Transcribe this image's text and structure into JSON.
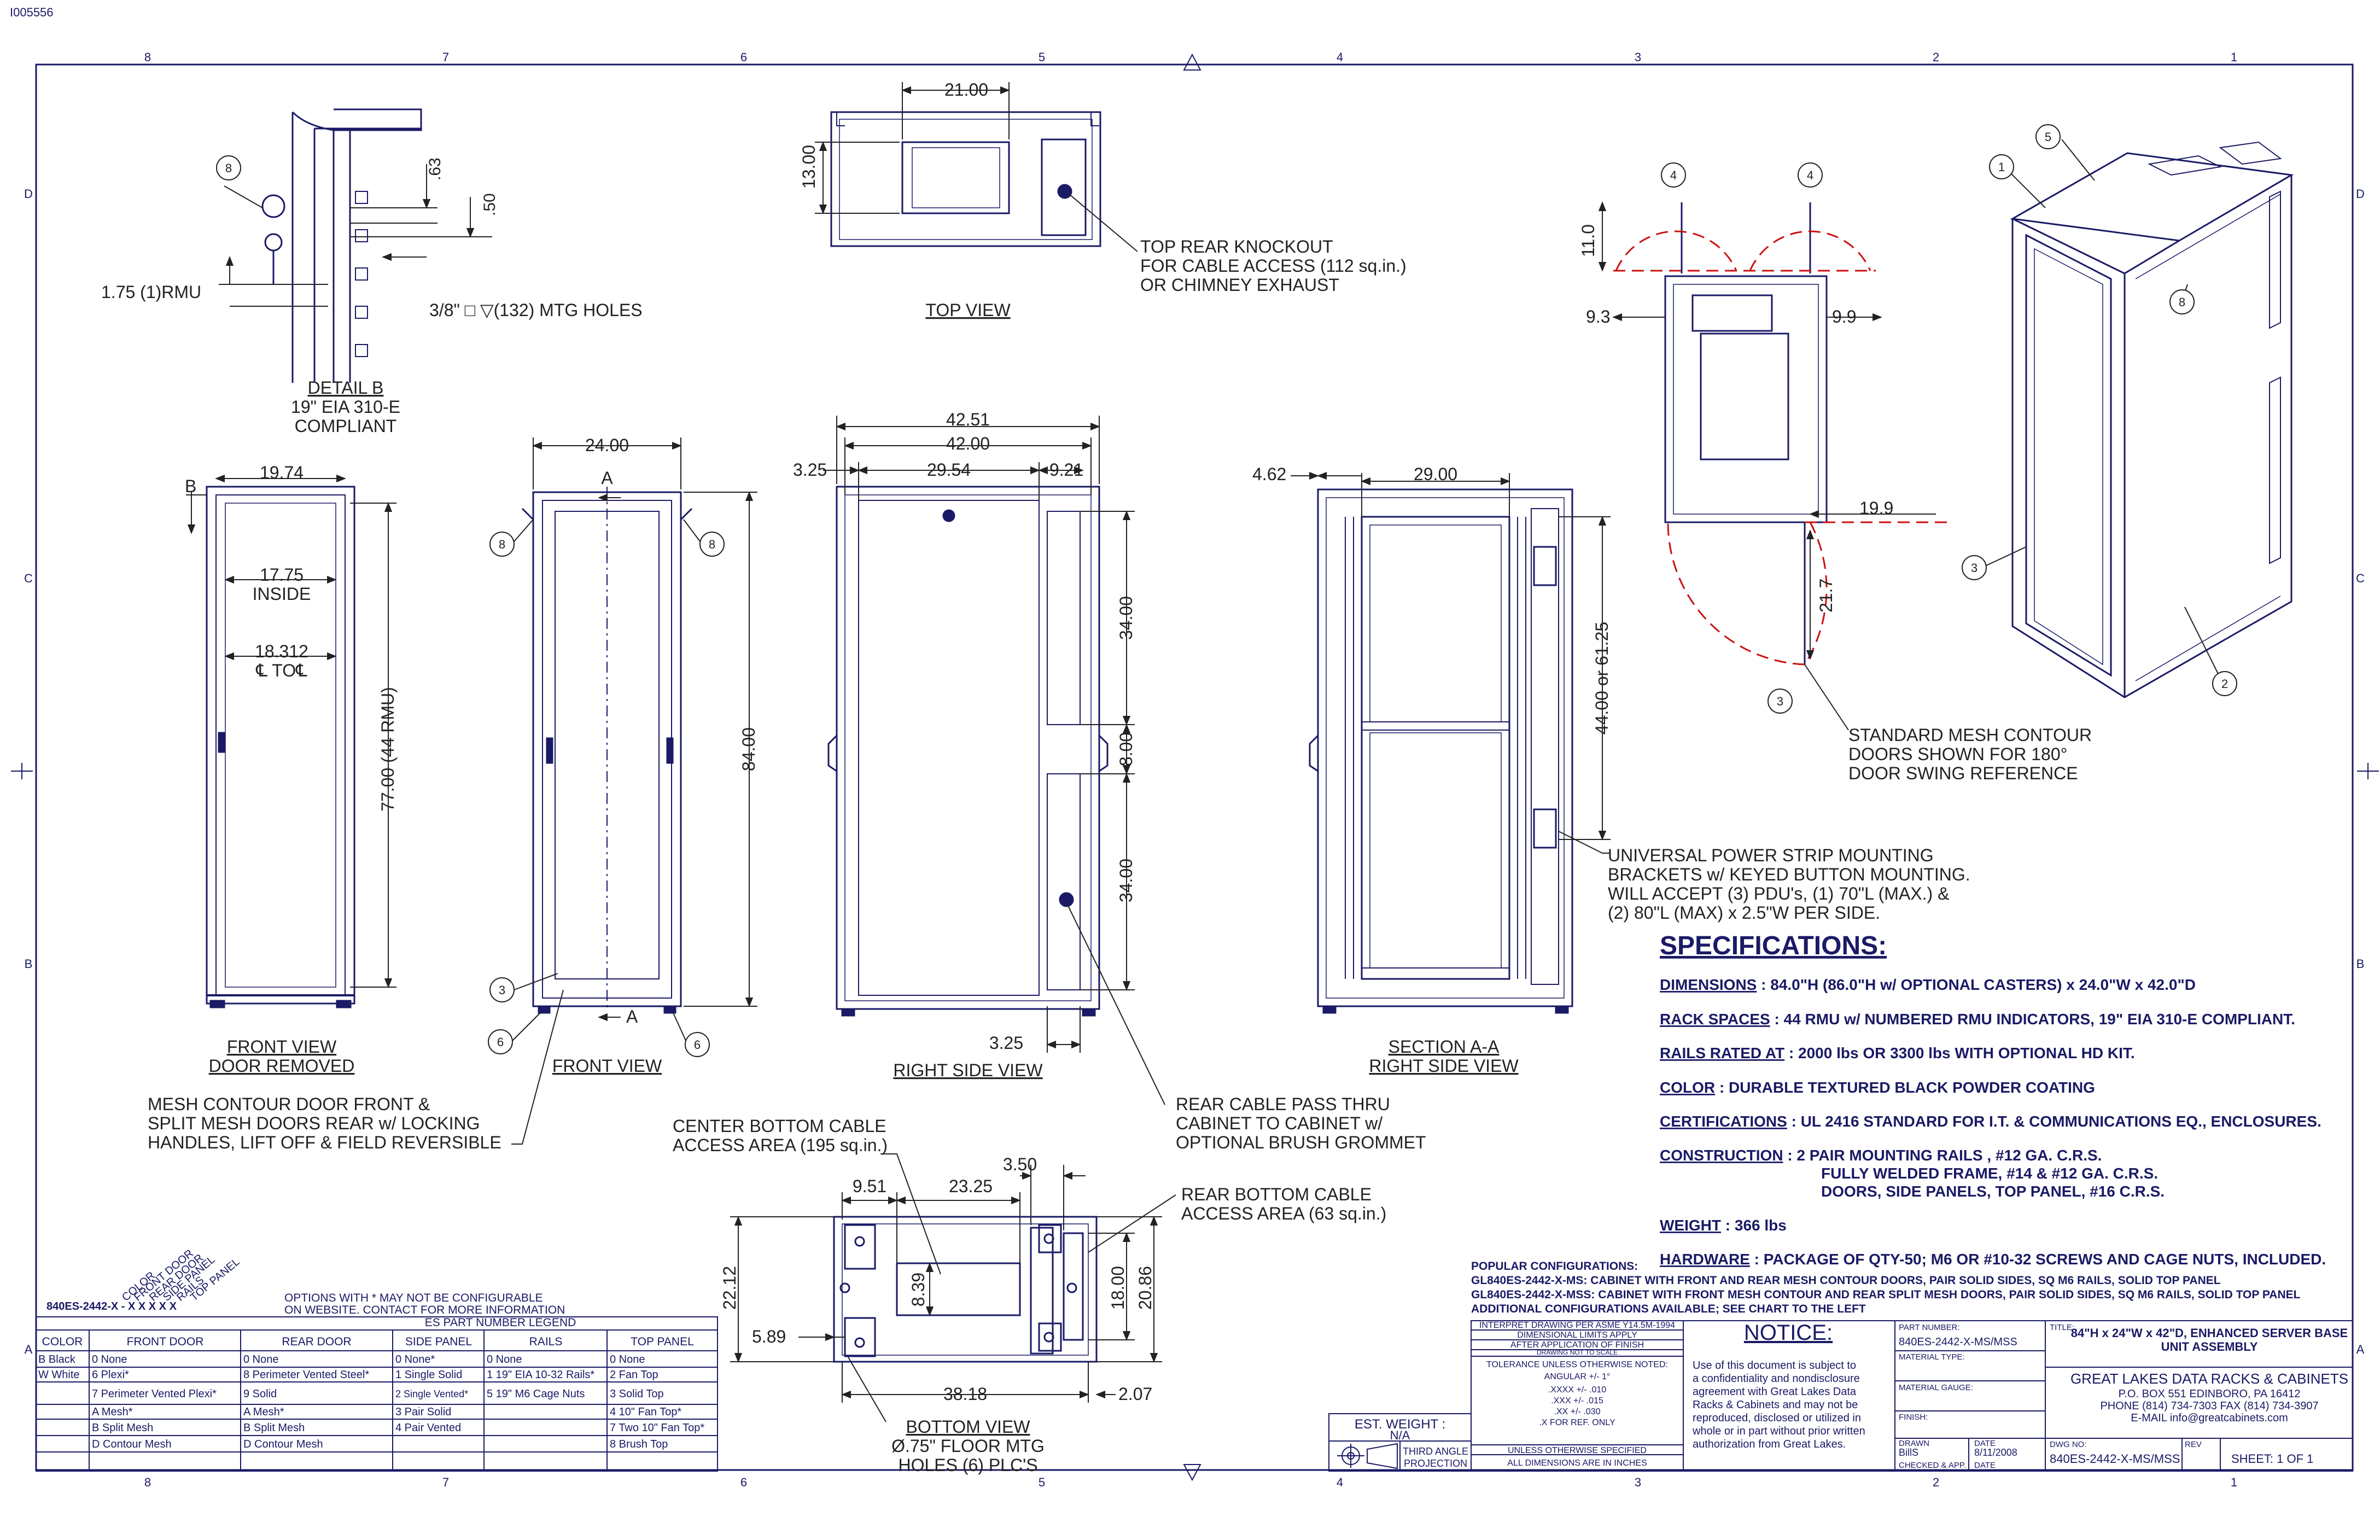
{
  "sheet": {
    "doc_id": "I005556",
    "col_labels": [
      "8",
      "7",
      "6",
      "5",
      "4",
      "3",
      "2",
      "1"
    ],
    "row_labels": [
      "D",
      "C",
      "B",
      "A"
    ]
  },
  "detail_b": {
    "title": "DETAIL  B",
    "subtitle1": "19\" EIA 310-E",
    "subtitle2": "COMPLIANT",
    "dim_63": ".63",
    "dim_50": ".50",
    "rmu": "1.75 (1)RMU",
    "holes": "3/8\" □ ▽(132) MTG HOLES",
    "balloon": "8"
  },
  "top_view": {
    "title": "TOP VIEW",
    "dim_width": "21.00",
    "dim_depth": "13.00",
    "note1": "TOP REAR KNOCKOUT",
    "note2": "FOR CABLE ACCESS (112 sq.in.)",
    "note3": "OR CHIMNEY EXHAUST"
  },
  "swing_view": {
    "dim_11": "11.0",
    "dim_93": "9.3",
    "dim_99": "9.9",
    "dim_199": "19.9",
    "dim_217": "21.7",
    "balloon_a": "4",
    "balloon_b": "4",
    "balloon_c": "3",
    "note1": "STANDARD MESH CONTOUR",
    "note2": "DOORS SHOWN FOR 180°",
    "note3": "DOOR SWING REFERENCE"
  },
  "iso_view": {
    "balloons": [
      "1",
      "5",
      "8",
      "3",
      "2"
    ]
  },
  "front_removed": {
    "title1": "FRONT VIEW",
    "title2": "DOOR REMOVED",
    "dim_1974": "19.74",
    "dim_inside1": "17.75",
    "dim_inside2": "INSIDE",
    "dim_18312": "18.312",
    "dim_toc": "℄ TO℄",
    "dim_77": "77.00 (44 RMU)",
    "section_b": "B"
  },
  "front_view": {
    "title": "FRONT VIEW",
    "dim_24": "24.00",
    "dim_84": "84.00",
    "section_a": "A",
    "balloons": [
      "8",
      "8",
      "3",
      "6",
      "6"
    ]
  },
  "right_side": {
    "title": "RIGHT SIDE VIEW",
    "dim_4251": "42.51",
    "dim_42": "42.00",
    "dim_325": "3.25",
    "dim_2954": "29.54",
    "dim_921": "9.21",
    "dim_34a": "34.00",
    "dim_8": "8.00",
    "dim_34b": "34.00",
    "dim_325b": "3.25"
  },
  "section_aa": {
    "title1": "SECTION  A-A",
    "title2": "RIGHT SIDE VIEW",
    "dim_462": "4.62",
    "dim_29": "29.00",
    "dim_44": "44.00 or 61.25"
  },
  "notes": {
    "mesh1": "MESH CONTOUR DOOR FRONT &",
    "mesh2": "SPLIT MESH DOORS REAR w/ LOCKING",
    "mesh3": "HANDLES, LIFT OFF & FIELD REVERSIBLE",
    "rear1": "REAR CABLE PASS THRU",
    "rear2": "CABINET TO CABINET w/",
    "rear3": "OPTIONAL BRUSH GROMMET",
    "ups1": "UNIVERSAL POWER STRIP MOUNTING",
    "ups2": "BRACKETS w/ KEYED BUTTON MOUNTING.",
    "ups3": "WILL ACCEPT (3) PDU's, (1) 70\"L (MAX.) &",
    "ups4": "(2) 80\"L (MAX) x 2.5\"W PER SIDE.",
    "center1": "CENTER BOTTOM CABLE",
    "center2": "ACCESS AREA (195 sq.in.)",
    "rb1": "REAR BOTTOM CABLE",
    "rb2": "ACCESS AREA (63 sq.in.)"
  },
  "bottom_view": {
    "title1": "BOTTOM VIEW",
    "title2": "Ø.75\" FLOOR MTG",
    "title3": "HOLES (6) PLC'S",
    "dim_951": "9.51",
    "dim_2325": "23.25",
    "dim_350": "3.50",
    "dim_2212": "22.12",
    "dim_839": "8.39",
    "dim_1800": "18.00",
    "dim_2086": "20.86",
    "dim_589": "5.89",
    "dim_3818": "38.18",
    "dim_207": "2.07"
  },
  "specs": {
    "heading": "SPECIFICATIONS:",
    "rows": [
      {
        "label": "DIMENSIONS",
        "text": " : 84.0\"H (86.0\"H w/ OPTIONAL CASTERS) x 24.0\"W x 42.0\"D"
      },
      {
        "label": "RACK SPACES",
        "text": " : 44 RMU w/ NUMBERED RMU INDICATORS, 19\" EIA 310-E COMPLIANT."
      },
      {
        "label": "RAILS RATED AT",
        "text": " : 2000 lbs OR 3300 lbs WITH OPTIONAL HD KIT."
      },
      {
        "label": "COLOR",
        "text": " : DURABLE TEXTURED BLACK POWDER COATING"
      },
      {
        "label": "CERTIFICATIONS",
        "text": " : UL 2416 STANDARD FOR I.T. & COMMUNICATIONS EQ., ENCLOSURES."
      },
      {
        "label": "CONSTRUCTION",
        "text": " : 2 PAIR MOUNTING RAILS ,  #12 GA. C.R.S."
      }
    ],
    "construction2": "FULLY WELDED FRAME, #14 & #12 GA. C.R.S.",
    "construction3": "DOORS, SIDE PANELS, TOP PANEL, #16 C.R.S.",
    "weight_label": "WEIGHT",
    "weight_text": " : 366 lbs",
    "hardware_label": "HARDWARE",
    "hardware_text": " : PACKAGE OF QTY-50; M6 OR #10-32 SCREWS AND CAGE NUTS, INCLUDED."
  },
  "popular": {
    "line1": "POPULAR CONFIGURATIONS:",
    "line2": "GL840ES-2442-X-MS: CABINET WITH FRONT AND REAR MESH CONTOUR DOORS, PAIR SOLID SIDES, SQ M6 RAILS, SOLID TOP PANEL",
    "line3": "GL840ES-2442-X-MSS: CABINET WITH FRONT MESH CONTOUR AND REAR SPLIT MESH DOORS, PAIR SOLID SIDES, SQ M6 RAILS, SOLID TOP PANEL",
    "line4": "ADDITIONAL CONFIGURATIONS AVAILABLE; SEE CHART TO THE LEFT"
  },
  "legend": {
    "part_prefix": "840ES-2442-",
    "part_codes": "X - X  X  X  X  X",
    "rot_labels": [
      "COLOR",
      "FRONT DOOR",
      "REAR DOOR",
      "SIDE PANEL",
      "RAILS",
      "TOP PANEL"
    ],
    "options1": "OPTIONS WITH * MAY NOT BE CONFIGURABLE",
    "options2": "ON WEBSITE.  CONTACT FOR MORE INFORMATION",
    "title": "ES PART NUMBER LEGEND",
    "headers": [
      "COLOR",
      "FRONT DOOR",
      "REAR DOOR",
      "SIDE PANEL",
      "RAILS",
      "TOP PANEL"
    ],
    "rows": [
      [
        "B Black",
        "0 None",
        "0 None",
        "0 None*",
        "0 None",
        "0 None"
      ],
      [
        "W White",
        "6 Plexi*",
        "8 Perimeter Vented Steel*",
        "1 Single Solid",
        "1 19\" EIA 10-32 Rails*",
        "2 Fan Top"
      ],
      [
        "",
        "7 Perimeter Vented Plexi*",
        "9 Solid",
        "2 Single Vented*",
        "5 19\" M6 Cage Nuts",
        "3 Solid Top"
      ],
      [
        "",
        "A Mesh*",
        "A Mesh*",
        "3 Pair Solid",
        "",
        "4 10\" Fan Top*"
      ],
      [
        "",
        "B Split Mesh",
        "B Split Mesh",
        "4 Pair Vented",
        "",
        "7 Two 10\" Fan Top*"
      ],
      [
        "",
        "D Contour Mesh",
        "D Contour Mesh",
        "",
        "",
        "8 Brush Top"
      ]
    ]
  },
  "title_block": {
    "est_weight": "EST. WEIGHT :",
    "est_weight_val": "N/A",
    "third_angle1": "THIRD ANGLE",
    "third_angle2": "PROJECTION",
    "interp1": "INTERPRET DRAWING PER ASME Y14.5M-1994",
    "interp2": "DIMENSIONAL LIMITS APPLY",
    "interp3": "AFTER APPLICATION OF FINISH",
    "interp4": "DRAWING NOT TO SCALE",
    "interp5": "TOLERANCE UNLESS OTHERWISE NOTED:",
    "interp6": "ANGULAR +/- 1°",
    "interp7": ".XXXX +/- .010",
    "interp8": ".XXX +/- .015",
    "interp9": ".XX +/- .030",
    "interp10": ".X FOR REF. ONLY",
    "interp11": "UNLESS OTHERWISE SPECIFIED",
    "interp12": "ALL DIMENSIONS ARE IN INCHES",
    "notice": "NOTICE:",
    "notice_body": [
      "Use of this document is subject to",
      "a confidentiality and nondisclosure",
      "agreement with Great Lakes Data",
      "Racks & Cabinets and may not be",
      "reproduced, disclosed or utilized in",
      "whole or in part without prior written",
      "authorization from Great Lakes."
    ],
    "part_number_lbl": "PART NUMBER:",
    "part_number": "840ES-2442-X-MS/MSS",
    "material_type": "MATERIAL TYPE:",
    "material_gauge": "MATERIAL GAUGE:",
    "finish": "FINISH:",
    "drawn": "DRAWN",
    "drawn_by": "BillS",
    "drawn_date": "8/11/2008",
    "checked": "CHECKED & APP.",
    "date_lbl": "DATE",
    "title_lbl": "TITLE:",
    "title1": "84\"H x 24\"W x 42\"D, ENHANCED SERVER BASE",
    "title2": "UNIT ASSEMBLY",
    "company": "GREAT LAKES DATA RACKS & CABINETS",
    "address": "P.O. BOX 551 EDINBORO, PA 16412",
    "phone": "PHONE (814) 734-7303 FAX (814) 734-3907",
    "email": "E-MAIL info@greatcabinets.com",
    "dwg_no_lbl": "DWG NO:",
    "dwg_no": "840ES-2442-X-MS/MSS",
    "rev_lbl": "REV",
    "sheet": "SHEET: 1  OF  1"
  },
  "colors": {
    "line": "#1a1a66",
    "dim": "#222222",
    "swing": "#cc1111",
    "bg": "#ffffff"
  }
}
